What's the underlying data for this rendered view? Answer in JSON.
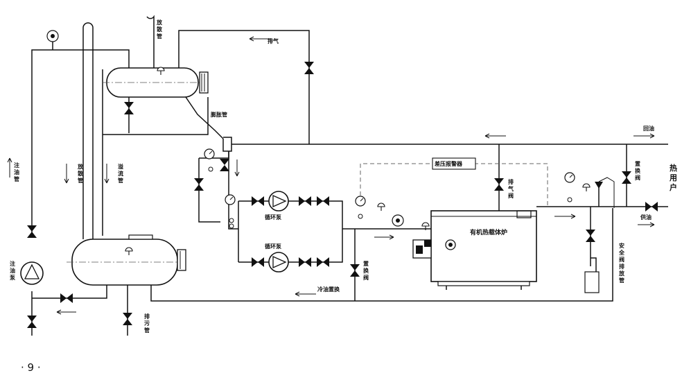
{
  "labels": {
    "fasan_guan": "放\n散\n管",
    "paiqi_top": "排气",
    "pengzhang_guan": "膨胀管",
    "huiyou": "回油",
    "zhuyou_guan": "注\n油\n管",
    "fangsan_guan": "放\n散\n管",
    "yiliu_guan": "溢\n流\n管",
    "xunhuan_beng_1": "循环泵",
    "xunhuan_beng_2": "循环泵",
    "chaya_baojing": "差压报警器",
    "yongre_hu": "热\n用\n户",
    "paiqi_fa": "排\n气\n阀",
    "zhihuan_fa_right": "置\n换\n阀",
    "zhihuan_fa_mid": "置\n换\n阀",
    "boiler": "有机热载体炉",
    "gongyou": "供油",
    "zhuyou_beng": "注\n油\n泵",
    "paiwu_guan": "排\n污\n管",
    "lengyou_zhihuan": "冷油置换",
    "anquanfa_paifang": "安\n全\n阀\n排\n放\n管"
  },
  "page_number": "· 9 ·"
}
